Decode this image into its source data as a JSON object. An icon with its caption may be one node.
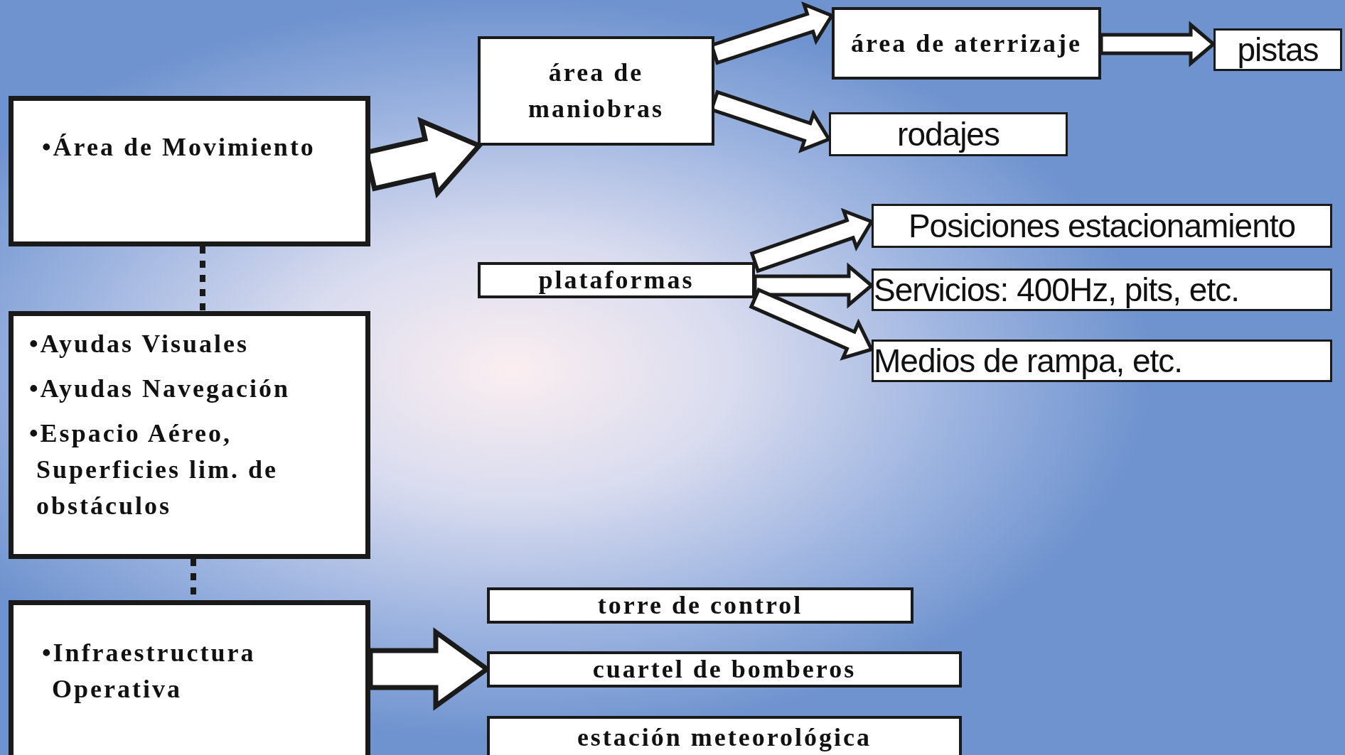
{
  "diagram": {
    "nodes": [
      {
        "text": [
          "•Área de Movimiento"
        ]
      },
      {
        "text": [
          "área de maniobras"
        ]
      },
      {
        "text": [
          "área de aterrizaje"
        ]
      },
      {
        "text": [
          "pistas"
        ]
      },
      {
        "text": [
          "rodajes"
        ]
      },
      {
        "text": [
          "plataformas"
        ]
      },
      {
        "text": [
          "Posiciones estacionamiento"
        ]
      },
      {
        "text": [
          "Servicios: 400Hz, pits, etc."
        ]
      },
      {
        "text": [
          "Medios de rampa, etc."
        ]
      },
      {
        "text": [
          "•Ayudas Visuales",
          "•Ayudas Navegación",
          "•Espacio Aéreo, Superficies lim. de obstáculos"
        ]
      },
      {
        "text": [
          "•Infraestructura Operativa"
        ]
      },
      {
        "text": [
          "torre de control"
        ]
      },
      {
        "text": [
          "cuartel de bomberos"
        ]
      },
      {
        "text": [
          "estación meteorológica"
        ]
      }
    ],
    "edges": [
      {
        "from": 0,
        "to": 1,
        "arrow": "to",
        "style": "thick"
      },
      {
        "from": 1,
        "to": 2,
        "arrow": "to"
      },
      {
        "from": 1,
        "to": 4,
        "arrow": "to"
      },
      {
        "from": 2,
        "to": 3,
        "arrow": "to"
      },
      {
        "from": 5,
        "to": 6,
        "arrow": "to"
      },
      {
        "from": 5,
        "to": 7,
        "arrow": "to"
      },
      {
        "from": 5,
        "to": 8,
        "arrow": "to"
      },
      {
        "from": 0,
        "to": 9,
        "arrow": "none",
        "style": "dashed"
      },
      {
        "from": 9,
        "to": 10,
        "arrow": "none",
        "style": "dashed"
      },
      {
        "from": 10,
        "to": 12,
        "arrow": "to",
        "style": "thick"
      }
    ]
  }
}
